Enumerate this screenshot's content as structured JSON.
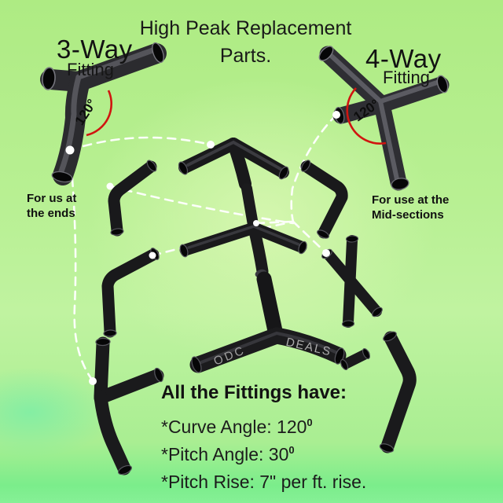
{
  "title": {
    "line1": "High Peak Replacement",
    "line2": "Parts."
  },
  "left_fitting": {
    "name": "3-Way",
    "sub": "Fitting",
    "angle_label": "120°",
    "usage_line1": "For us at",
    "usage_line2": "the ends"
  },
  "right_fitting": {
    "name": "4-Way",
    "sub": "Fitting",
    "angle_label": "120°",
    "usage_line1": "For use at the",
    "usage_line2": "Mid-sections"
  },
  "watermark": {
    "left": "ODC",
    "right": "DEALS"
  },
  "specs": {
    "heading": "All the Fittings have:",
    "items": [
      {
        "text": "*Curve Angle: 120",
        "sup": "0"
      },
      {
        "text": "*Pitch Angle: 30",
        "sup": "0"
      },
      {
        "text": "*Pitch Rise: 7\" per ft. rise.",
        "sup": ""
      }
    ]
  },
  "colors": {
    "background_green": "#b8f093",
    "annotation_red": "#d01510",
    "tube_black": "#1a1a1c",
    "guide_white": "#ffffff",
    "watermark_gray": "#ababab"
  }
}
